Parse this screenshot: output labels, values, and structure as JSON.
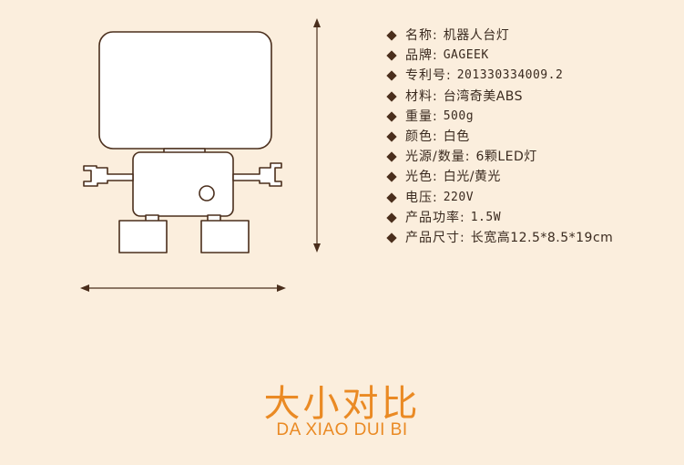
{
  "specs": [
    {
      "label": "名称:",
      "value": "机器人台灯",
      "mono": false
    },
    {
      "label": "品牌:",
      "value": "GAGEEK",
      "mono": true
    },
    {
      "label": "专利号:",
      "value": "201330334009.2",
      "mono": true
    },
    {
      "label": "材料:",
      "value": "台湾奇美ABS",
      "mono": false
    },
    {
      "label": "重量:",
      "value": "500g",
      "mono": true
    },
    {
      "label": "颜色:",
      "value": "白色",
      "mono": false
    },
    {
      "label": "光源/数量:",
      "value": "6颗LED灯",
      "mono": false
    },
    {
      "label": "光色:",
      "value": "白光/黄光",
      "mono": false
    },
    {
      "label": "电压:",
      "value": "220V",
      "mono": true
    },
    {
      "label": "产品功率:",
      "value": "1.5W",
      "mono": true
    },
    {
      "label": "产品尺寸:",
      "value": "长宽高12.5*8.5*19cm",
      "mono": false
    }
  ],
  "title": {
    "chinese": "大小对比",
    "pinyin": "DA XIAO DUI BI"
  },
  "colors": {
    "background": "#fbeedd",
    "accent": "#ea8a24",
    "text": "#3a2a1f"
  }
}
